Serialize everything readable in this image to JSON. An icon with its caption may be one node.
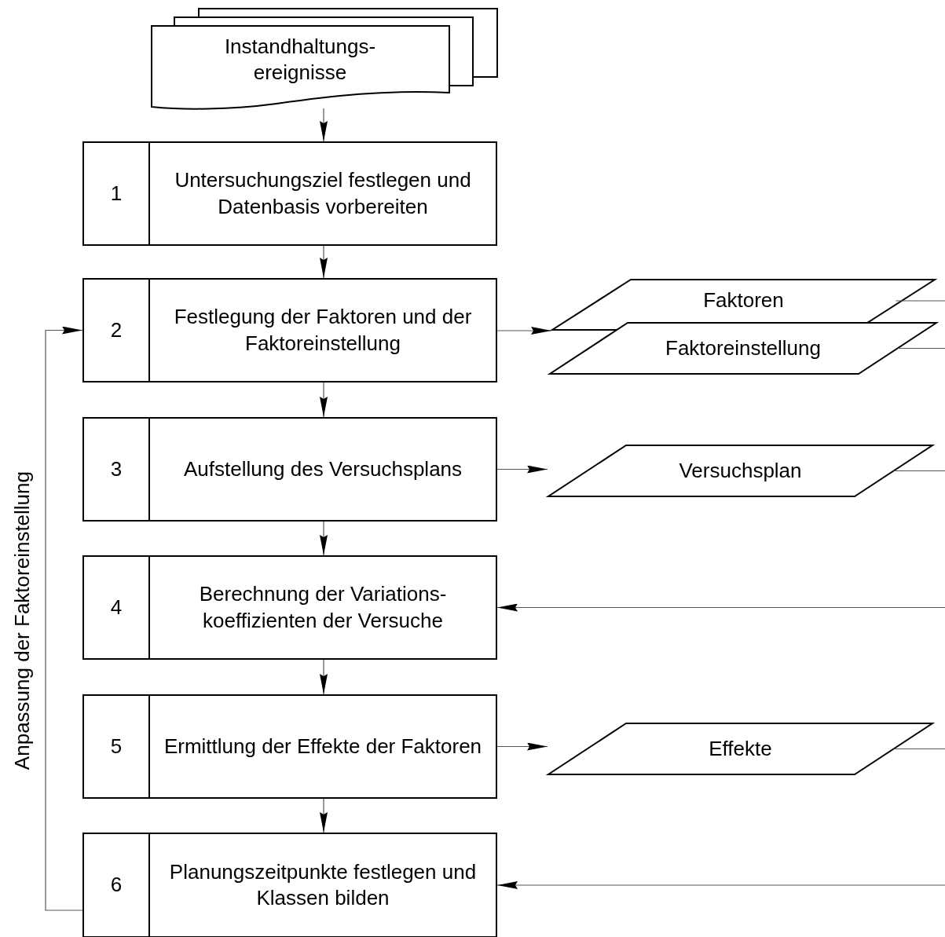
{
  "diagram": {
    "nodes": [
      {
        "text": [
          "Instandhaltungs- ereignisse"
        ]
      },
      {
        "text": [
          "1",
          "Untersuchungsziel festlegen und Datenbasis vorbereiten"
        ]
      },
      {
        "text": [
          "2",
          "Festlegung der Faktoren und der Faktoreinstellung"
        ]
      },
      {
        "text": [
          "3",
          "Aufstellung des Versuchsplans"
        ]
      },
      {
        "text": [
          "4",
          "Berechnung der Variations- koeffizienten der Versuche"
        ]
      },
      {
        "text": [
          "5",
          "Ermittlung der Effekte der Faktoren"
        ]
      },
      {
        "text": [
          "6",
          "Planungszeitpunkte festlegen und Klassen bilden"
        ]
      },
      {
        "text": [
          "Faktoren"
        ]
      },
      {
        "text": [
          "Faktoreinstellung"
        ]
      },
      {
        "text": [
          "Versuchsplan"
        ]
      },
      {
        "text": [
          "Effekte"
        ]
      }
    ],
    "edges": [
      {
        "from": 0,
        "to": 1,
        "arrow": "to"
      },
      {
        "from": 1,
        "to": 2,
        "arrow": "to"
      },
      {
        "from": 2,
        "to": 3,
        "arrow": "to"
      },
      {
        "from": 3,
        "to": 4,
        "arrow": "to"
      },
      {
        "from": 4,
        "to": 5,
        "arrow": "to"
      },
      {
        "from": 5,
        "to": 6,
        "arrow": "to"
      },
      {
        "from": 2,
        "to": 7,
        "arrow": "to"
      },
      {
        "from": 3,
        "to": 9,
        "arrow": "to"
      },
      {
        "from": 5,
        "to": 10,
        "arrow": "to"
      },
      {
        "from": 6,
        "to": 2,
        "arrow": "to",
        "label": "Anpassung der Faktoreinstellung"
      },
      {
        "from": 7,
        "to": null,
        "arrow": "none"
      },
      {
        "from": 8,
        "to": null,
        "arrow": "none"
      },
      {
        "from": 9,
        "to": null,
        "arrow": "none"
      },
      {
        "from": 10,
        "to": null,
        "arrow": "none"
      },
      {
        "from": null,
        "to": 4,
        "arrow": "to"
      },
      {
        "from": null,
        "to": 6,
        "arrow": "to"
      }
    ]
  }
}
